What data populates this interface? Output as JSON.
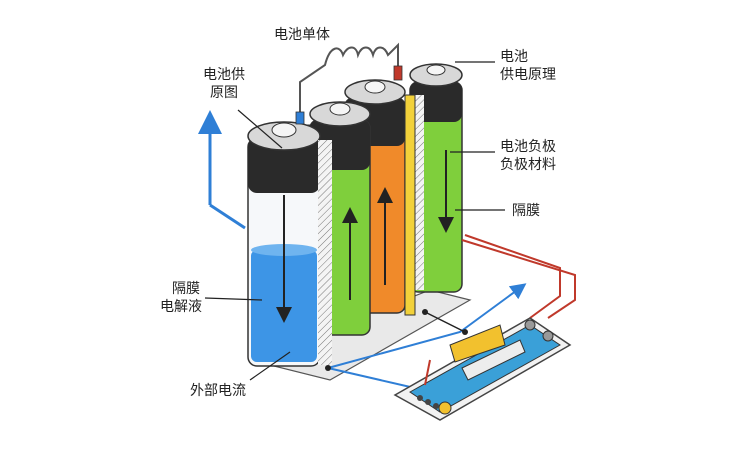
{
  "labels": {
    "cell_unit": "电池单体",
    "supply_diagram": "电池供\n原图",
    "supply_principle": "电池\n供电原理",
    "negative_material": "电池负极\n负极材料",
    "separator": "隔膜",
    "separator_electrolyte": "隔膜\n电解液",
    "external_current": "外部电流"
  },
  "colors": {
    "cell_blue": "#3d95e6",
    "cell_green": "#7fcf3c",
    "cell_orange": "#f08a2a",
    "cap_black": "#2a2a2a",
    "wire_blue": "#2f7fd6",
    "wire_red": "#c0392b",
    "separator_yellow": "#f2d13a",
    "board_blue": "#3aa0d8"
  }
}
